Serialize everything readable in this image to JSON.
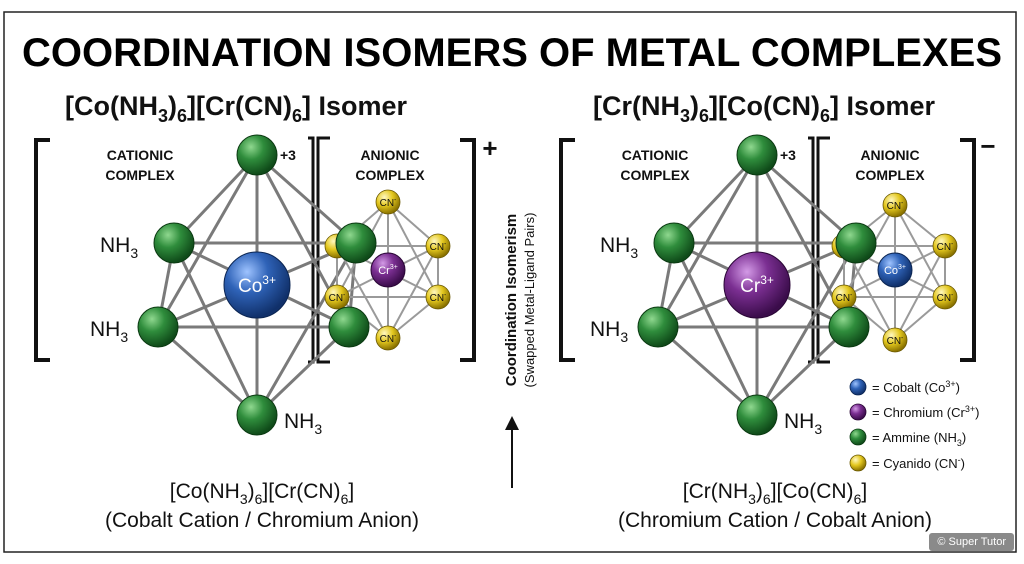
{
  "title": "COORDINATION ISOMERS OF METAL COMPLEXES",
  "left": {
    "heading": {
      "a": "[Co(NH",
      "s1": "3",
      "b": ")",
      "s2": "6",
      "c": "][Cr(CN)",
      "s3": "6",
      "d": "] Isomer"
    },
    "cationic_label": [
      "CATIONIC",
      "COMPLEX"
    ],
    "anionic_label": [
      "ANIONIC",
      "COMPLEX"
    ],
    "charge_cation": "+3",
    "bracket_charge": "+",
    "central_ion": {
      "sym": "Co",
      "sup": "3+"
    },
    "anion_center": {
      "sym": "Cr",
      "sup": "3+"
    },
    "ligand_labels": [
      "NH",
      "NH",
      "NH"
    ],
    "formula": {
      "a": "[Co(NH",
      "s1": "3",
      "b": ")",
      "s2": "6",
      "c": "][Cr(CN)",
      "s3": "6",
      "d": "]"
    },
    "caption": "(Cobalt Cation / Chromium Anion)"
  },
  "right": {
    "heading": {
      "a": "[Cr(NH",
      "s1": "3",
      "b": ")",
      "s2": "6",
      "c": "][Co(CN)",
      "s3": "6",
      "d": "] Isomer"
    },
    "cationic_label": [
      "CATIONIC",
      "COMPLEX"
    ],
    "anionic_label": [
      "ANIONIC",
      "COMPLEX"
    ],
    "charge_cation": "+3",
    "bracket_charge": "−",
    "central_ion": {
      "sym": "Cr",
      "sup": "3+"
    },
    "anion_center": {
      "sym": "Co",
      "sup": "3+"
    },
    "ligand_labels": [
      "NH",
      "NH",
      "NH"
    ],
    "formula": {
      "a": "[Cr(NH",
      "s1": "3",
      "b": ")",
      "s2": "6",
      "c": "][Co(CN)",
      "s3": "6",
      "d": "]"
    },
    "caption": "(Chromium Cation / Cobalt Anion)"
  },
  "ligand_subscript": "3",
  "cn_label": {
    "sym": "CN",
    "sup": "-"
  },
  "middle": {
    "line1": "Coordination Isomerism",
    "line2": "(Swapped Metal-Ligand Pairs)"
  },
  "legend": [
    {
      "text": "= Cobalt (Co",
      "sup": "3+",
      "end": ")",
      "color": "#2f63b8"
    },
    {
      "text": "= Chromium (Cr",
      "sup": "3+",
      "end": ")",
      "color": "#7b2f92"
    },
    {
      "text": "= Ammine (NH",
      "sub": "3",
      "end": ")",
      "color": "#2f8d3c"
    },
    {
      "text": "= Cyanido (CN",
      "sup": "-",
      "end": ")",
      "color": "#e3c71e"
    }
  ],
  "colors": {
    "cobalt": "#2f63b8",
    "chromium": "#7b2f92",
    "ammine": "#2f8d3c",
    "cyanido": "#e3c71e"
  },
  "watermark": "© Super Tutor"
}
